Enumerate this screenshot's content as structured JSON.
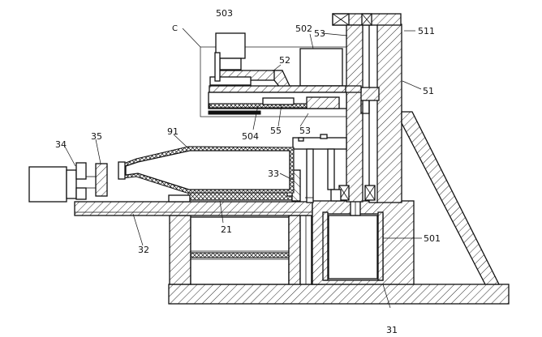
{
  "labels": {
    "l503": "503",
    "lC": "C",
    "l502": "502",
    "l53a": "53",
    "l511": "511",
    "l52": "52",
    "l51": "51",
    "l504": "504",
    "l55": "55",
    "l53b": "53",
    "l91": "91",
    "l34": "34",
    "l35": "35",
    "l33": "33",
    "l21": "21",
    "l32": "32",
    "l501": "501",
    "l31": "31"
  }
}
